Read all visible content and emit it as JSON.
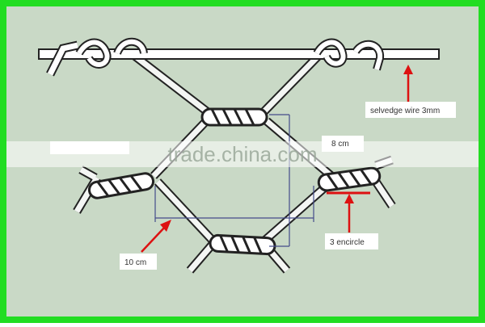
{
  "labels": {
    "selvedge": "selvedge wire 3mm",
    "height": "8 cm",
    "width": "10 cm",
    "twists": "3 encircle"
  },
  "watermark": "trade.china.com",
  "colors": {
    "border": "#22dd22",
    "background": "#c9d9c6",
    "wire_fill": "#ffffff",
    "wire_stroke": "#222222",
    "arrow": "#dd1111",
    "dimension": "#444c8a",
    "label_box": "#ffffff"
  }
}
